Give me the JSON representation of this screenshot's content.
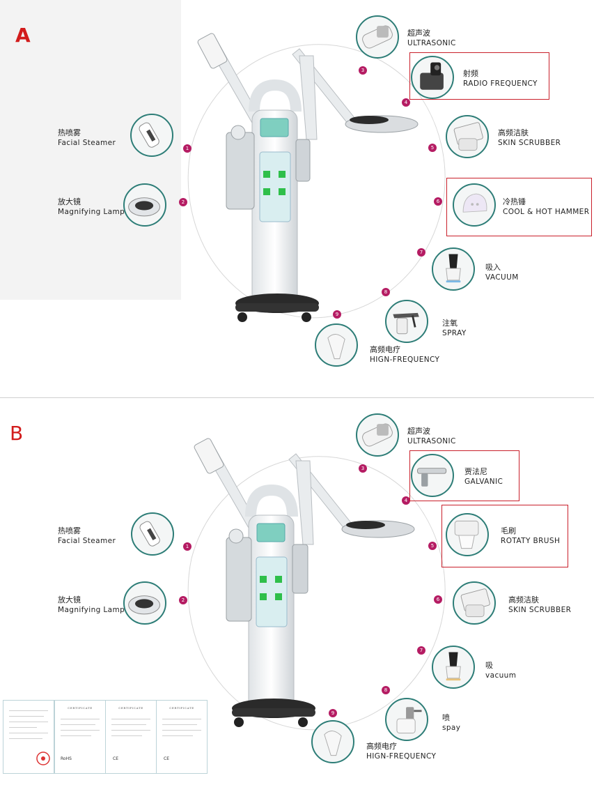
{
  "panels": [
    {
      "letter": "A",
      "items": [
        {
          "num": "1",
          "cn": "热喷雾",
          "en": "Facial Steamer"
        },
        {
          "num": "2",
          "cn": "放大镜",
          "en": "Magnifying Lamp"
        },
        {
          "num": "3",
          "cn": "超声波",
          "en": "ULTRASONIC"
        },
        {
          "num": "4",
          "cn": "射频",
          "en": "RADIO FREQUENCY"
        },
        {
          "num": "5",
          "cn": "高频洁肤",
          "en": "SKIN SCRUBBER"
        },
        {
          "num": "6",
          "cn": "冷热锤",
          "en": "COOL & HOT HAMMER"
        },
        {
          "num": "7",
          "cn": "吸入",
          "en": "VACUUM"
        },
        {
          "num": "8",
          "cn": "注氧",
          "en": "SPRAY"
        },
        {
          "num": "9",
          "cn": "高频电疗",
          "en": "HIGN-FREQUENCY"
        }
      ]
    },
    {
      "letter": "B",
      "items": [
        {
          "num": "1",
          "cn": "热喷雾",
          "en": "Facial Steamer"
        },
        {
          "num": "2",
          "cn": "放大镜",
          "en": "Magnifying Lamp"
        },
        {
          "num": "3",
          "cn": "超声波",
          "en": "ULTRASONIC"
        },
        {
          "num": "4",
          "cn": "贾法尼",
          "en": "GALVANIC"
        },
        {
          "num": "5",
          "cn": "毛刷",
          "en": "ROTATY BRUSH"
        },
        {
          "num": "6",
          "cn": "高频洁肤",
          "en": "SKIN SCRUBBER"
        },
        {
          "num": "7",
          "cn": "吸",
          "en": "vacuum"
        },
        {
          "num": "8",
          "cn": "喷",
          "en": "spay"
        },
        {
          "num": "9",
          "cn": "高频电疗",
          "en": "HIGN-FREQUENCY"
        }
      ]
    }
  ],
  "certificates": {
    "ce_mark": "CE",
    "rohs_mark": "RoHS",
    "cert_title": "CERTIFICATE"
  },
  "colors": {
    "circle_border": "#2d7d77",
    "number_badge": "#b51c63",
    "highlight_box": "#c91f2a",
    "panel_letter": "#d21c1c"
  }
}
